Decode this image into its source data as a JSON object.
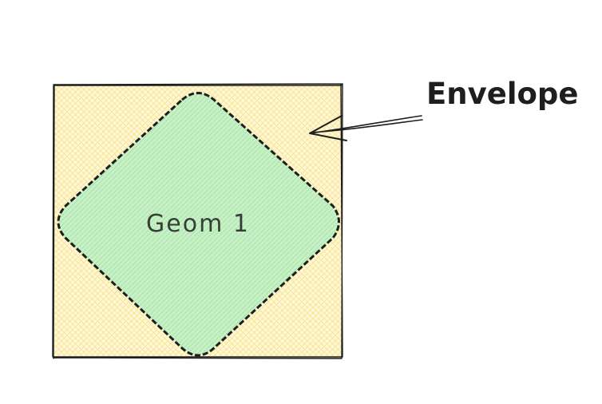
{
  "diagram": {
    "shapes": [
      {
        "id": "envelope",
        "kind": "rectangle",
        "fill": "#fff3bf",
        "hatch_color": "#f5e08a",
        "stroke": "#1e1e1e",
        "stroke_style": "solid"
      },
      {
        "id": "geom1",
        "kind": "diamond",
        "label": "Geom 1",
        "fill": "#b2f2bb",
        "hatch_color": "#7fdc8f",
        "stroke": "#1e1e1e",
        "stroke_style": "dashed"
      }
    ],
    "annotation": {
      "text": "Envelope",
      "target": "envelope",
      "arrow": "open-arrow"
    }
  }
}
